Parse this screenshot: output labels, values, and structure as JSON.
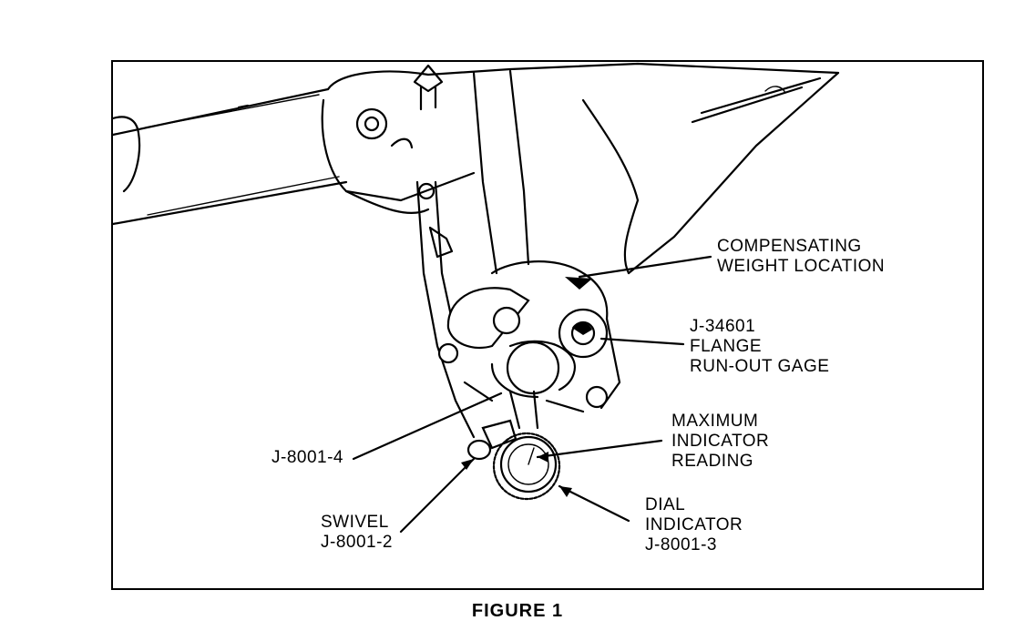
{
  "labels": {
    "compensating": [
      "COMPENSATING",
      "WEIGHT LOCATION"
    ],
    "gage": [
      "J-34601",
      "FLANGE",
      "RUN-OUT GAGE"
    ],
    "max_reading": [
      "MAXIMUM",
      "INDICATOR",
      "READING"
    ],
    "j8001_4": "J-8001-4",
    "swivel": [
      "SWIVEL",
      "J-8001-2"
    ],
    "dial": [
      "DIAL",
      "INDICATOR",
      "J-8001-3"
    ]
  },
  "caption": "FIGURE 1"
}
